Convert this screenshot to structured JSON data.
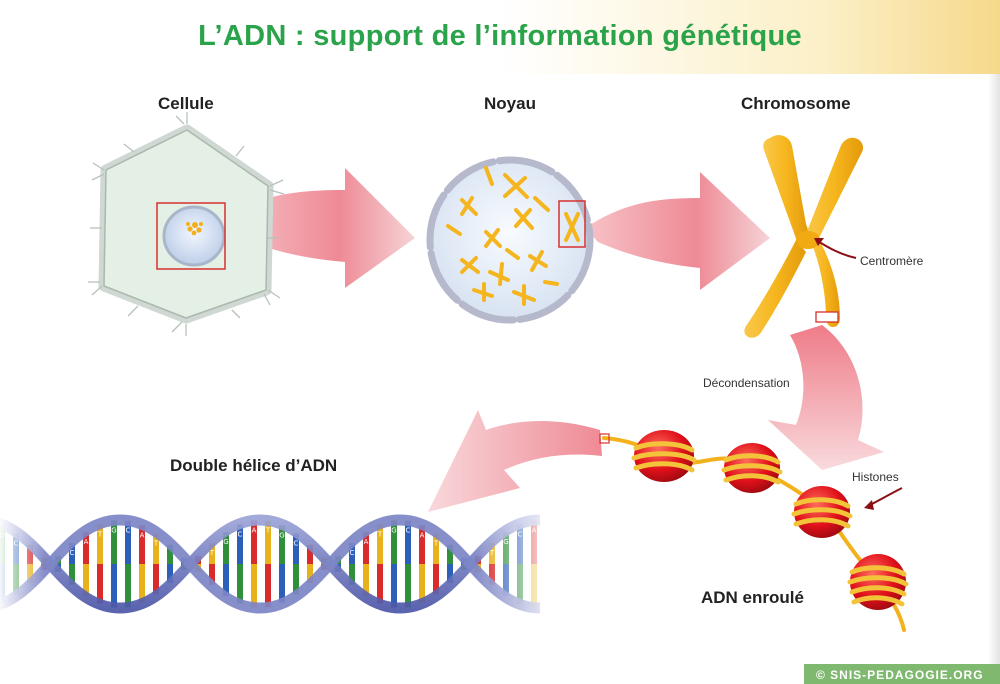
{
  "title": "L’ADN : support de l’information génétique",
  "labels": {
    "cell": "Cellule",
    "nucleus": "Noyau",
    "chromosome": "Chromosome",
    "centromere": "Centromère",
    "decondensation": "Décondensation",
    "histones": "Histones",
    "coiled_dna": "ADN enroulé",
    "double_helix": "Double hélice d’ADN"
  },
  "helix_bases": [
    "G",
    "C",
    "A",
    "T"
  ],
  "footer": "© SNIS-PEDAGOGIE.ORG",
  "colors": {
    "title": "#2aa34a",
    "chromosome": "#f6b61e",
    "histone": "#e0101a",
    "arrow": "#ee8a95",
    "highlight": "#d6312f"
  }
}
